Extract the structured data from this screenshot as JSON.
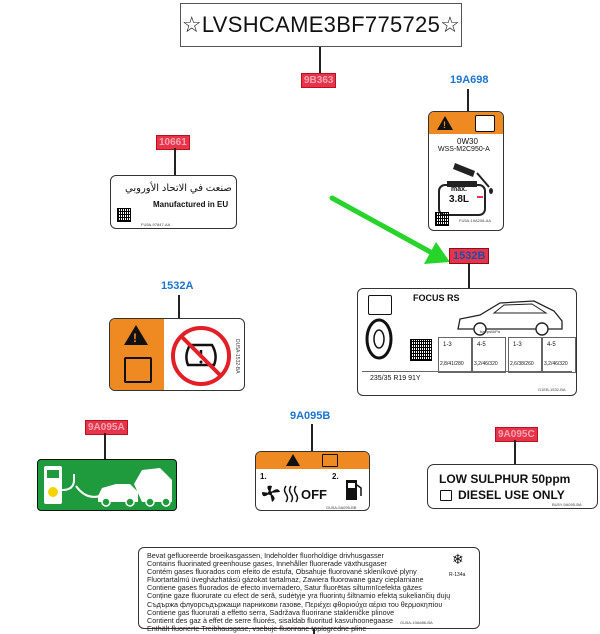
{
  "vin": {
    "text": "☆LVSHCAME3BF775725☆"
  },
  "codes": {
    "top_red": "9B363",
    "oil": "19A698",
    "manufactured": "10661",
    "tpms": "1532A",
    "main_red": "1532B",
    "charge_red": "9A095A",
    "heater": "9A095B",
    "sulphur_red": "9A095C"
  },
  "oil_label": {
    "grade": "0W30",
    "spec": "WSS-M2C950-A",
    "max": "max.",
    "capacity": "3.8L",
    "partno": "FU5A-19A208-AA"
  },
  "eu_label": {
    "arabic": "صنعت في الاتحاد الأوروبي",
    "english": "Manufactured in EU",
    "partno": "FU5A-97847-AA"
  },
  "tpms_label": {
    "partno": "DU5A-1532-BA"
  },
  "tyre_label": {
    "model": "FOCUS RS",
    "tyre_size": "235/35 R19 91Y",
    "unit": "bar/psi/kPa",
    "groups": [
      {
        "people": "1-3",
        "value": "2,8/41/280"
      },
      {
        "people": "4-5",
        "value": "3,2/46/320"
      },
      {
        "people": "1-3",
        "value": "2,6/38/260"
      },
      {
        "people": "4-5",
        "value": "3,2/46/320"
      }
    ],
    "partno": "G1EB-1532-BA"
  },
  "heater_label": {
    "n1": "1.",
    "n2": "2.",
    "off": "OFF",
    "partno": "GU5A-9A095-BB"
  },
  "sulphur_label": {
    "line1": "LOW SULPHUR 50ppm",
    "line2": "DIESEL USE ONLY",
    "partno": "BU5Y-9A095-BA"
  },
  "multilang": {
    "lines": [
      "Bevat gefluoreerde broeikasgassen, Indeholder fluorholdige drivhusgasser",
      "Contains fluorinated greenhouse gases, Innehåller fluorerade växthusgaser",
      "Contém gases fluorados com efeito de estufa, Obsahuje fluorované skleníkové plyny",
      "Fluortartalmú üvegházhatású gázokat tartalmaz, Zawiera fluorowane gazy cieplarniane",
      "Contiene gases fluorados de efecto invernadero, Satur fluorētas siltumnīcefekta gāzes",
      "Conține gaze fluorurate cu efect de seră, sudėtyje yra fluorintų šiltnamio efektą sukeliančių dujų",
      "Съдържа флуорсъдържащи парникови газове, Περιέχει φθοριούχα αέρια του θερμοκηπίου",
      "Contiene gas fluorurati a effetto serra, Sadržava fluorirane stakleničke plinove",
      "Contient des gaz à effet de serre fluorés, sisaldab fluoritud kasvuhoonegaase",
      "Enthält fluorierte Treibhausgase, vsebuje fluorirane toplogredne pline"
    ],
    "refrigerant": "R-134a",
    "partno": "GU5A-19A686-BA"
  }
}
